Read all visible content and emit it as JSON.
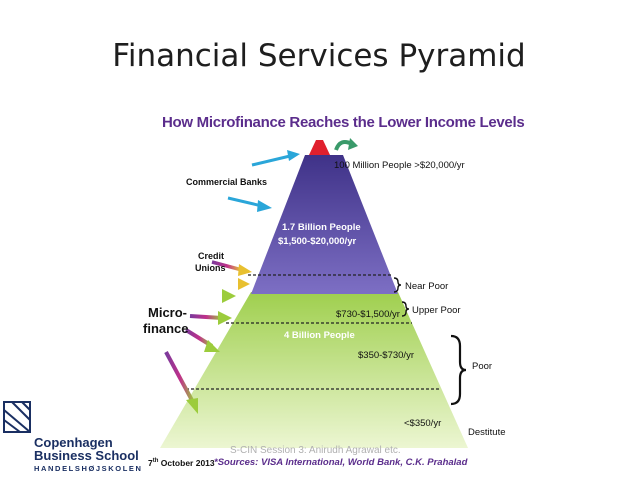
{
  "slide": {
    "title": "Financial Services Pyramid",
    "subtitle": "How Microfinance Reaches the Lower Income Levels",
    "date_prefix": "7",
    "date_sup": "th",
    "date_rest": " October 2013",
    "sources": "*Sources: VISA International, World Bank, C.K. Prahalad",
    "slide_ref": "S-CIN Session 3: Anirudh Agrawal etc.",
    "logo_line1": "Copenhagen",
    "logo_line2": "Business School",
    "logo_line3": "HANDELSHØJSKOLEN"
  },
  "pyramid": {
    "top_label": "100 Million People >$20,000/yr",
    "purple_line1": "1.7 Billion People",
    "purple_line2": "$1,500-$20,000/yr",
    "green_people": "4 Billion People",
    "band_upper": "$730-$1,500/yr",
    "band_mid": "$350-$730/yr",
    "band_low": "<$350/yr",
    "right_near_poor": "Near Poor",
    "right_upper_poor": "Upper Poor",
    "right_poor": "Poor",
    "right_destitute": "Destitute"
  },
  "institutions": {
    "commercial_banks": "Commercial Banks",
    "credit_unions_1": "Credit",
    "credit_unions_2": "Unions",
    "microfinance_1": "Micro-",
    "microfinance_2": "finance"
  },
  "colors": {
    "purple_top": "#4a3a93",
    "purple_bottom": "#7a6bc0",
    "green_top": "#a9d45a",
    "green_bottom": "#e8f4c8",
    "apex": "#e0202e",
    "title_purple": "#5b2d8c",
    "cyan_arrow": "#2aa6d9"
  }
}
